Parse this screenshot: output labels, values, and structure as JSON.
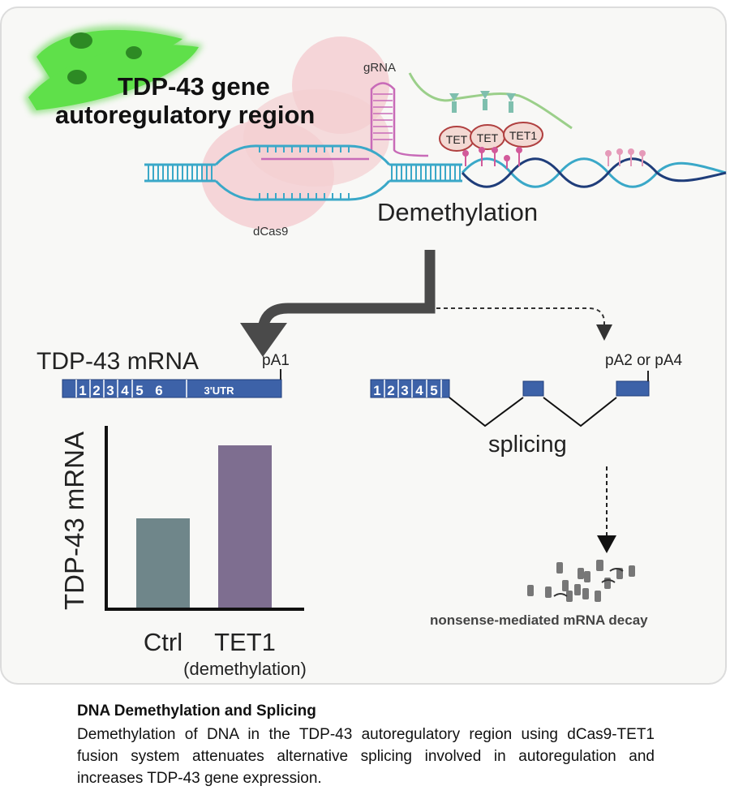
{
  "diagram": {
    "title_line1": "TDP-43 gene",
    "title_line2": "autoregulatory region",
    "grna_label": "gRNA",
    "dcas9_label": "dCas9",
    "tet_labels": [
      "TET",
      "TET",
      "TET1"
    ],
    "demethylation_label": "Demethylation",
    "mrna_label": "TDP-43 mRNA",
    "pa1_label": "pA1",
    "pa2_label": "pA2 or pA4",
    "exons_left": [
      "1",
      "2",
      "3",
      "4",
      "5",
      "6",
      "3'UTR"
    ],
    "exons_right": [
      "1",
      "2",
      "3",
      "4",
      "5"
    ],
    "splicing_label": "splicing",
    "nmd_label": "nonsense-mediated mRNA decay"
  },
  "chart_data": {
    "type": "bar",
    "categories": [
      "Ctrl",
      "TET1"
    ],
    "category_sublabels": [
      "",
      "(demethylation)"
    ],
    "values": [
      0.55,
      1.0
    ],
    "ylabel": "TDP-43 mRNA",
    "ylim": [
      0,
      1.1
    ],
    "bar_colors": [
      "#6f868a",
      "#7e6e90"
    ]
  },
  "caption": {
    "title": "DNA Demethylation and Splicing",
    "body": "Demethylation of DNA in the TDP-43 autoregulatory region using dCas9-TET1 fusion system attenuates alternative splicing involved in autoregulation and increases TDP-43 gene expression."
  },
  "colors": {
    "cell_green": "#4fd13a",
    "dna_blue": "#3aa8c8",
    "dna_navy": "#1f3d7a",
    "exon_blue": "#3d62a8",
    "arrow_gray": "#4a4a4a",
    "dcas9_pink": "#f4cfd2",
    "grna_pink": "#c86bb8",
    "tet_fill": "#f3d9d3",
    "tet_stroke": "#b04040"
  }
}
